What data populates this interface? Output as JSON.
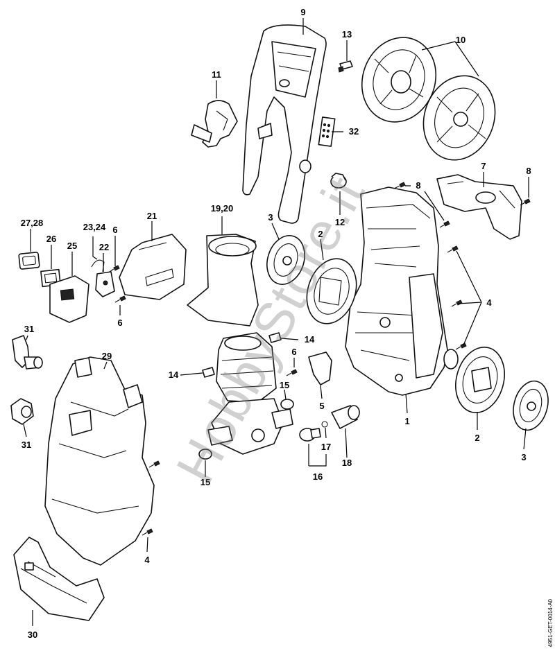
{
  "watermark": "HobbyStore.it",
  "doc_id": "4951-GET-0014-A0",
  "callouts": {
    "c9": "9",
    "c13": "13",
    "c10": "10",
    "c11": "11",
    "c32": "32",
    "c7": "7",
    "c8a": "8",
    "c8b": "8",
    "c12": "12",
    "c27_28": "27,28",
    "c26": "26",
    "c25": "25",
    "c23_24": "23,24",
    "c22": "22",
    "c6a": "6",
    "c6b": "6",
    "c6c": "6",
    "c21": "21",
    "c19_20": "19,20",
    "c3a": "3",
    "c2a": "2",
    "c4a": "4",
    "c14a": "14",
    "c14b": "14",
    "c31a": "31",
    "c31b": "31",
    "c29": "29",
    "c15a": "15",
    "c15b": "15",
    "c5": "5",
    "c17": "17",
    "c18": "18",
    "c16": "16",
    "c1": "1",
    "c2b": "2",
    "c3b": "3",
    "c4b": "4",
    "c30": "30"
  }
}
